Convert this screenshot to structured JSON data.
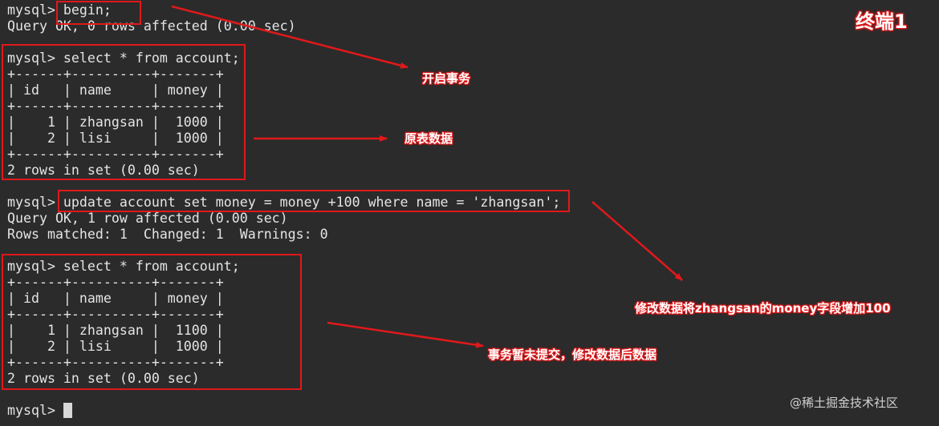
{
  "terminal": {
    "label": "终端1",
    "lines": [
      "mysql> begin;",
      "Query OK, 0 rows affected (0.00 sec)",
      "",
      "mysql> select * from account;",
      "+------+----------+-------+",
      "| id   | name     | money |",
      "+------+----------+-------+",
      "|    1 | zhangsan |  1000 |",
      "|    2 | lisi     |  1000 |",
      "+------+----------+-------+",
      "2 rows in set (0.00 sec)",
      "",
      "mysql> update account set money = money +100 where name = 'zhangsan';",
      "Query OK, 1 row affected (0.00 sec)",
      "Rows matched: 1  Changed: 1  Warnings: 0",
      "",
      "mysql> select * from account;",
      "+------+----------+-------+",
      "| id   | name     | money |",
      "+------+----------+-------+",
      "|    1 | zhangsan |  1100 |",
      "|    2 | lisi     |  1000 |",
      "+------+----------+-------+",
      "2 rows in set (0.00 sec)",
      "",
      "mysql> "
    ]
  },
  "annotations": {
    "start_transaction": "开启事务",
    "original_data": "原表数据",
    "update_note": "修改数据将zhangsan的money字段增加100",
    "uncommitted_note": "事务暂未提交，修改数据后数据"
  },
  "watermark": "@稀土掘金技术社区",
  "colors": {
    "background": "#2b2b2b",
    "text": "#e4e4e4",
    "highlight": "#e0191b"
  }
}
